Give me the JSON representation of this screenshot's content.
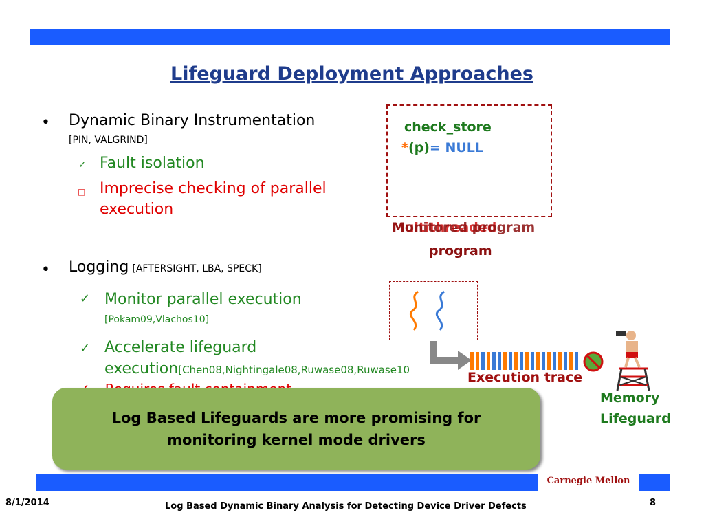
{
  "slide": {
    "title": "Lifeguard Deployment Approaches",
    "dbi": {
      "heading": "Dynamic Binary Instrumentation",
      "refs": "[PIN, VALGRIND]",
      "pro": "Fault isolation",
      "con_line1": "Imprecise checking of parallel",
      "con_line2": "execution",
      "check_glyph": "✓",
      "con_glyph": "□"
    },
    "logging": {
      "heading": "Logging",
      "refs": "[AFTERSIGHT, LBA, SPECK]",
      "item1": "Monitor parallel execution",
      "item1_refs": "[Pokam09,Vlachos10]",
      "item2_line1": "Accelerate lifeguard",
      "item2_line2": "execution",
      "item2_refs": "[Chen08,Nightingale08,Ruwase08,Ruwase10",
      "check_glyph": "✓",
      "partial_hidden": "Requires fault containment"
    },
    "diagram": {
      "code_line1": "check_store",
      "code_star": "*",
      "code_paren": "(p)",
      "code_eq": "= NULL",
      "monitored_label_line1": "Monitored program",
      "monitored_label_line2": "program",
      "overlap_label": "Multithreaded",
      "trace_label": "Execution trace",
      "lifeguard_line1": "Memory",
      "lifeguard_line2": "Lifeguard"
    },
    "callout_line1": "Log Based Lifeguards are more promising for",
    "callout_line2": "monitoring kernel mode drivers"
  },
  "footer": {
    "date": "8/1/2014",
    "talk_title": "Log Based Dynamic Binary Analysis for Detecting Device Driver Defects",
    "page": "8",
    "org": "Carnegie Mellon"
  },
  "colors": {
    "accent_blue": "#1a5cff",
    "title": "#1f3c8c",
    "red": "#e00000",
    "green": "#228822",
    "dark_red": "#a01010",
    "callout": "#8fb35a"
  }
}
